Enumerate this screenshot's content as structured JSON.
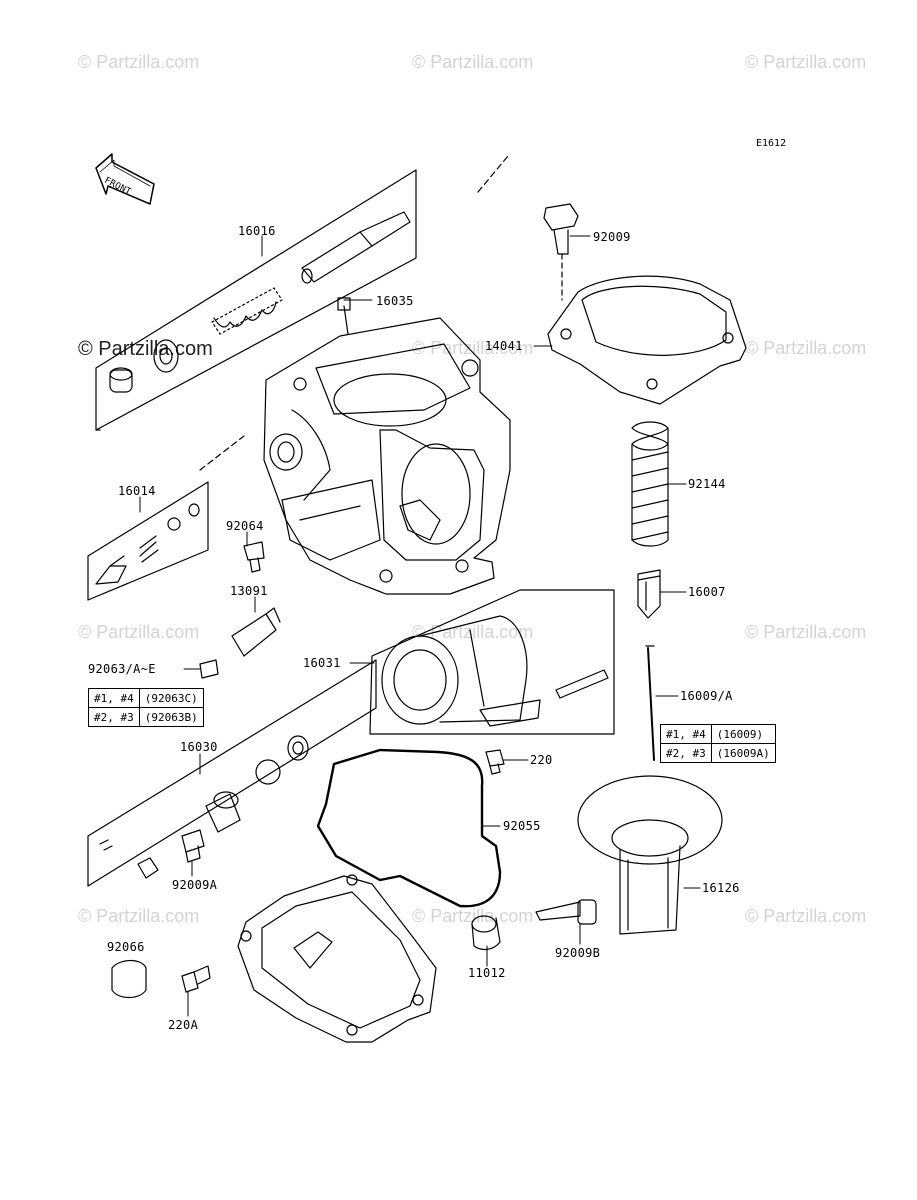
{
  "diagram_code": "E1612",
  "front_label": "FRONT",
  "watermarks": {
    "text": "© Partzilla.com",
    "highlight": "© Partzilla.com"
  },
  "labels": {
    "p16016": "16016",
    "p16035": "16035",
    "p92009_top": "92009",
    "p14041": "14041",
    "p92144": "92144",
    "p16014": "16014",
    "p92064": "92064",
    "p16007": "16007",
    "p13091": "13091",
    "p16031": "16031",
    "p16009a": "16009/A",
    "p92063": "92063/A~E",
    "p16030": "16030",
    "p220": "220",
    "p92055": "92055",
    "p16126": "16126",
    "p92009a": "92009A",
    "p11012": "11012",
    "p92009b": "92009B",
    "p92066": "92066",
    "p220a": "220A"
  },
  "table_92063": [
    {
      "cyl": "#1, #4",
      "part": "(92063C)"
    },
    {
      "cyl": "#2, #3",
      "part": "(92063B)"
    }
  ],
  "table_16009": [
    {
      "cyl": "#1, #4",
      "part": "(16009)"
    },
    {
      "cyl": "#2, #3",
      "part": "(16009A)"
    }
  ]
}
